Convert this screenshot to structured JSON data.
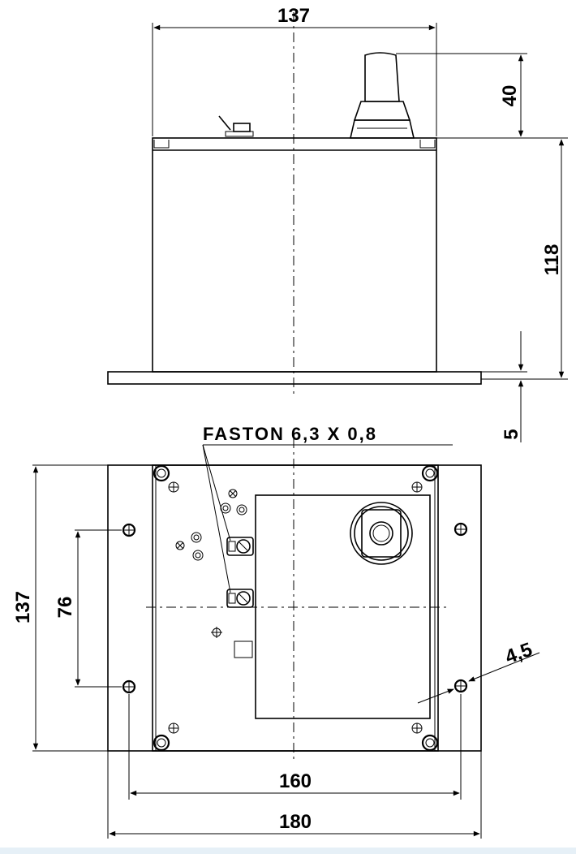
{
  "dimensions": {
    "top_width": "137",
    "knob_height": "40",
    "body_height": "118",
    "plate_thickness": "5",
    "side_height": "137",
    "hole_spacing_v": "76",
    "hole_diameter": "4,5",
    "hole_spacing_h": "160",
    "plate_width": "180"
  },
  "labels": {
    "faston": "FASTON 6,3 X 0,8"
  },
  "colors": {
    "line": "#000000",
    "background": "#ffffff"
  }
}
